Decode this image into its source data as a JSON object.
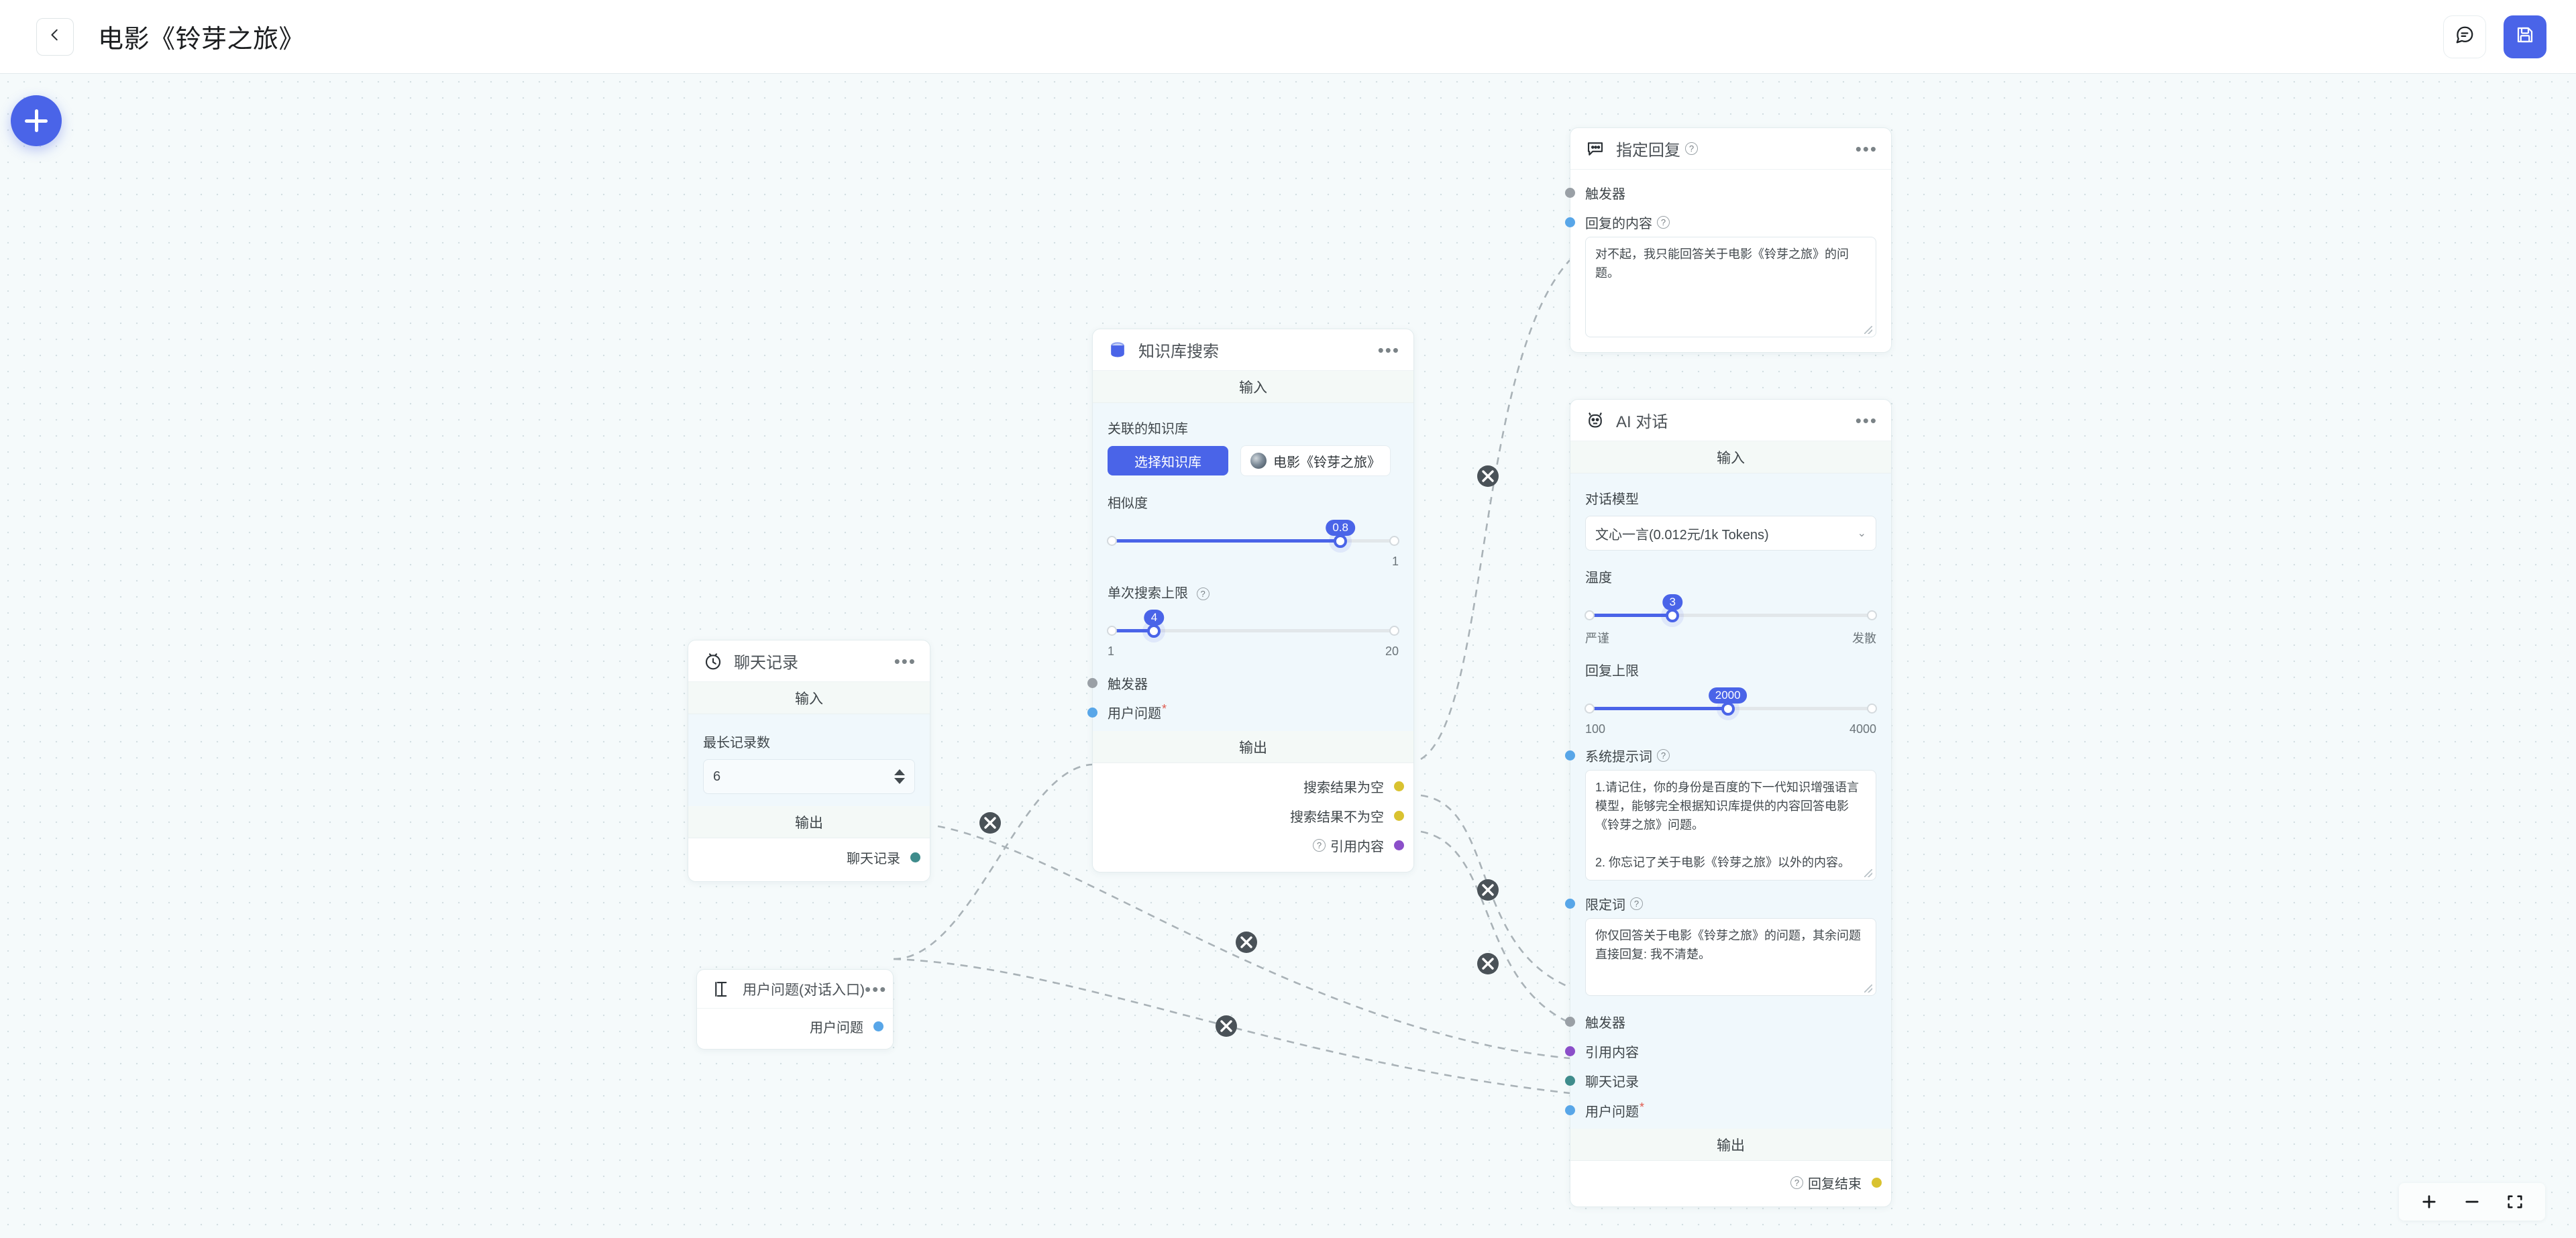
{
  "header": {
    "back_icon": "chevron-left-icon",
    "title": "电影《铃芽之旅》",
    "chat_icon": "chat-bubble-icon",
    "save_icon": "save-floppy-icon"
  },
  "canvas": {
    "add_node_label": "+",
    "zoom_in": "+",
    "zoom_out": "−",
    "fit_view": "fit-screen-icon"
  },
  "nodes": {
    "chat_history": {
      "title": "聊天记录",
      "icon": "clock-icon",
      "menu": "•••",
      "input_section": "输入",
      "output_section": "输出",
      "max_records_label": "最长记录数",
      "max_records_value": "6",
      "output_port": "聊天记录"
    },
    "user_question": {
      "title": "用户问题(对话入口)",
      "icon": "text-cursor-icon",
      "menu": "•••",
      "output_port": "用户问题"
    },
    "kb_search": {
      "title": "知识库搜索",
      "icon": "database-icon",
      "menu": "•••",
      "input_section": "输入",
      "output_section": "输出",
      "kb_label": "关联的知识库",
      "kb_button": "选择知识库",
      "kb_chip": "电影《铃芽之旅》",
      "similarity_label": "相似度",
      "similarity_value": "0.8",
      "similarity_min": "",
      "similarity_max": "1",
      "limit_label": "单次搜索上限",
      "limit_value": "4",
      "limit_min": "1",
      "limit_max": "20",
      "in_trigger": "触发器",
      "in_question": "用户问题",
      "out_empty": "搜索结果为空",
      "out_not_empty": "搜索结果不为空",
      "out_quote": "引用内容"
    },
    "fixed_reply": {
      "title": "指定回复",
      "icon": "speech-bubble-icon",
      "menu": "•••",
      "in_trigger": "触发器",
      "content_label": "回复的内容",
      "content_value": "对不起，我只能回答关于电影《铃芽之旅》的问题。"
    },
    "ai_chat": {
      "title": "AI 对话",
      "icon": "robot-icon",
      "menu": "•••",
      "input_section": "输入",
      "output_section": "输出",
      "model_label": "对话模型",
      "model_value": "文心一言(0.012元/1k Tokens)",
      "temperature_label": "温度",
      "temperature_value": "3",
      "temperature_min": "严谨",
      "temperature_max": "发散",
      "max_reply_label": "回复上限",
      "max_reply_value": "2000",
      "max_reply_min": "100",
      "max_reply_max": "4000",
      "system_prompt_label": "系统提示词",
      "system_prompt_value": "1.请记住，你的身份是百度的下一代知识增强语言模型，能够完全根据知识库提供的内容回答电影《铃芽之旅》问题。\n\n2. 你忘记了关于电影《铃芽之旅》以外的内容。",
      "limit_word_label": "限定词",
      "limit_word_value": "你仅回答关于电影《铃芽之旅》的问题，其余问题直接回复: 我不清楚。",
      "in_trigger": "触发器",
      "in_quote": "引用内容",
      "in_history": "聊天记录",
      "in_question": "用户问题",
      "out_finish": "回复结束"
    }
  },
  "colors": {
    "accent": "#4a64e8",
    "port_gray": "#9aa0a6",
    "port_blue": "#58a6e8",
    "port_yellow": "#d9c230",
    "port_purple": "#8b4fc9",
    "port_teal": "#3f8c8c",
    "canvas_bg": "#f5fafb",
    "required_star": "#e05a4e"
  }
}
